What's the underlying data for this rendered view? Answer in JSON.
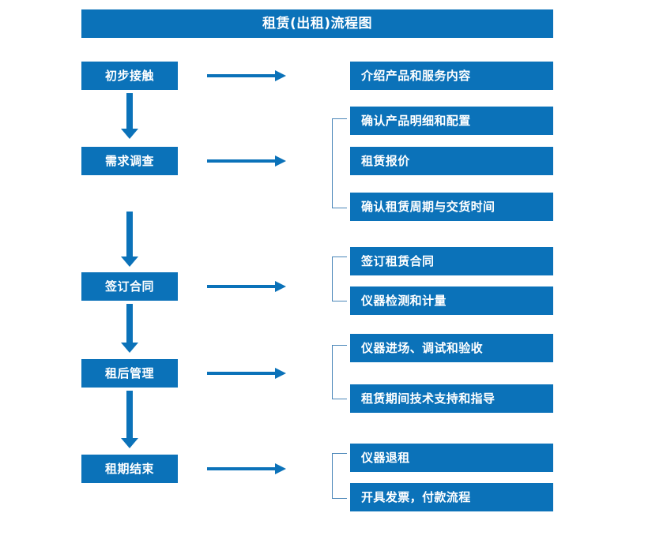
{
  "document": {
    "title": "租赁(出租)流程图",
    "accent_color": "#0b72b9",
    "bracket_color": "#4a86b8",
    "text_color": "#ffffff",
    "background_color": "#ffffff"
  },
  "flow": {
    "stages": [
      {
        "label": "初步接触",
        "details": [
          "介绍产品和服务内容"
        ],
        "has_bracket": false
      },
      {
        "label": "需求调查",
        "details": [
          "确认产品明细和配置",
          "租赁报价",
          "确认租赁周期与交货时间"
        ],
        "has_bracket": true
      },
      {
        "label": "签订合同",
        "details": [
          "签订租赁合同",
          "仪器检测和计量"
        ],
        "has_bracket": true
      },
      {
        "label": "租后管理",
        "details": [
          "仪器进场、调试和验收",
          "租赁期间技术支持和指导"
        ],
        "has_bracket": true
      },
      {
        "label": "租期结束",
        "details": [
          "仪器退租",
          "开具发票，付款流程"
        ],
        "has_bracket": true
      }
    ],
    "connector_icons": {
      "horizontal": "right-arrow-icon",
      "vertical": "down-arrow-icon",
      "group": "group-bracket-icon"
    }
  }
}
